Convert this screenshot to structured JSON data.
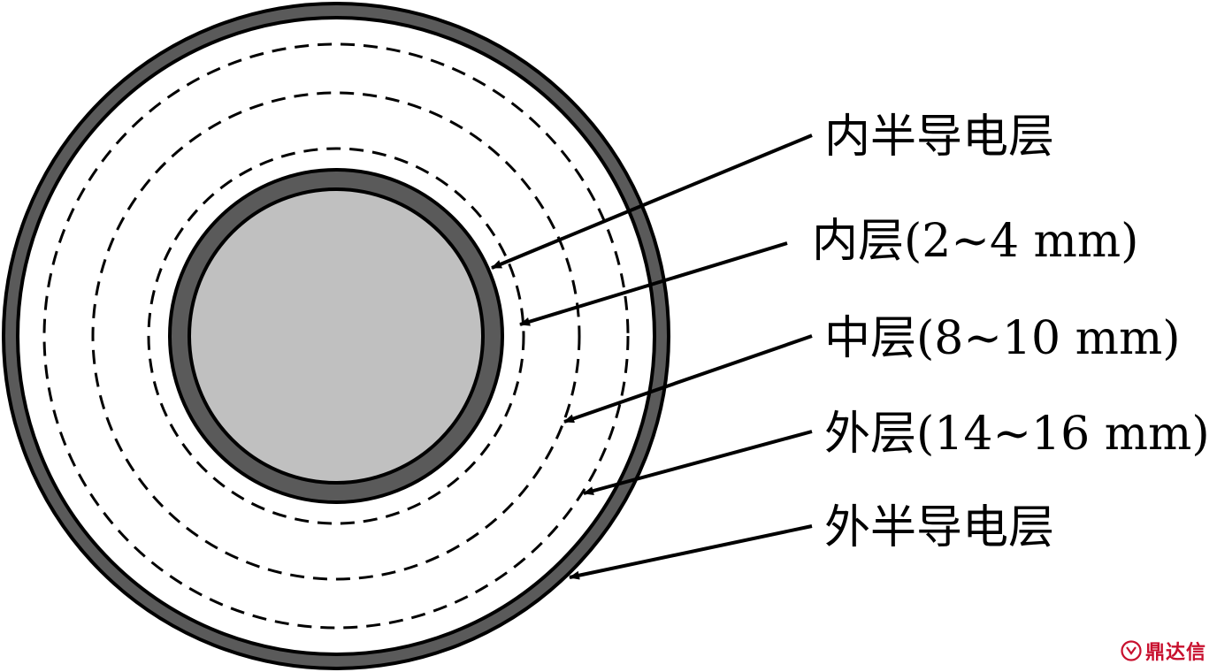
{
  "labels": {
    "inner_semiconductive": "内半导电层",
    "inner_layer": "内层(2~4 mm)",
    "middle_layer": "中层(8~10 mm)",
    "outer_layer": "外层(14~16 mm)",
    "outer_semiconductive": "外半导电层"
  },
  "watermark": {
    "text": "鼎达信"
  },
  "colors": {
    "semiconductive_layer": "#5a5a5a",
    "conductor": "#c0c0c0",
    "insulation": "#ffffff",
    "outline": "#000000",
    "watermark": "#c8102e"
  }
}
